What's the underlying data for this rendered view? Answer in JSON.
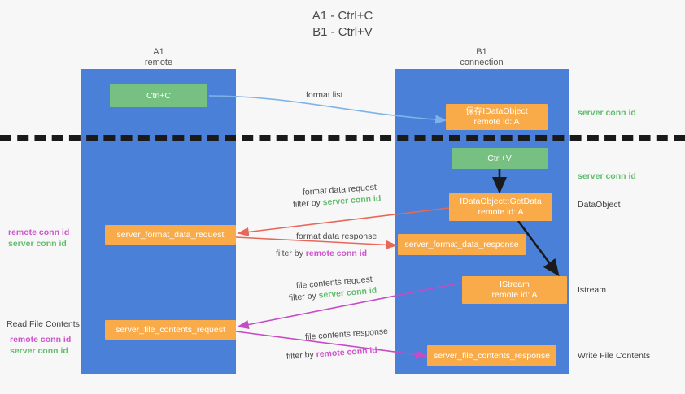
{
  "title": {
    "line1": "A1 - Ctrl+C",
    "line2": "B1 - Ctrl+V"
  },
  "columns": [
    {
      "name": "A1",
      "subtitle": "remote"
    },
    {
      "name": "B1",
      "subtitle": "connection"
    }
  ],
  "boxes": {
    "ctrl_c": "Ctrl+C",
    "ctrl_v": "Ctrl+V",
    "save_idataobject_line1": "保存IDataObject",
    "save_idataobject_line2": "remote id: A",
    "getdata_line1": "IDataObject::GetData",
    "getdata_line2": "remote id: A",
    "istream_line1": "IStream",
    "istream_line2": "remote id: A",
    "server_format_data_request": "server_format_data_request",
    "server_format_data_response": "server_format_data_response",
    "server_file_contents_request": "server_file_contents_request",
    "server_file_contents_response": "server_file_contents_response"
  },
  "arrow_labels": {
    "format_list": "format list",
    "format_data_request": "format data request",
    "format_data_request_filter_prefix": "filter by ",
    "format_data_request_filter_key": "server conn id",
    "format_data_response": "format data response",
    "format_data_response_filter_prefix": "filter by ",
    "format_data_response_filter_key": "remote conn id",
    "file_contents_request": "file contents request",
    "file_contents_request_filter_prefix": "filter by ",
    "file_contents_request_filter_key": "server conn id",
    "file_contents_response": "file contents response",
    "file_contents_response_filter_prefix": "filter by ",
    "file_contents_response_filter_key": "remote conn id"
  },
  "side_labels": {
    "right_server_conn_id_top": "server conn id",
    "right_server_conn_id_mid": "server conn id",
    "right_dataobject": "DataObject",
    "right_istream": "Istream",
    "right_write_file_contents": "Write File Contents",
    "left_remote_conn_id_1": "remote conn id",
    "left_server_conn_id_1": "server conn id",
    "left_read_file_contents": "Read File Contents",
    "left_remote_conn_id_2": "remote conn id",
    "left_server_conn_id_2": "server conn id"
  },
  "colors": {
    "background": "#f7f7f7",
    "column": "#4a80d8",
    "green_box": "#76c082",
    "orange_box": "#f9ab49",
    "green_text": "#62bd6d",
    "purple_text": "#cc56cc",
    "blue_arrow": "#7fb3e8",
    "red_arrow": "#e8675b",
    "magenta_arrow": "#c64bc6",
    "black_arrow": "#1a1a1a",
    "dashed_line": "#1a1a1a"
  }
}
